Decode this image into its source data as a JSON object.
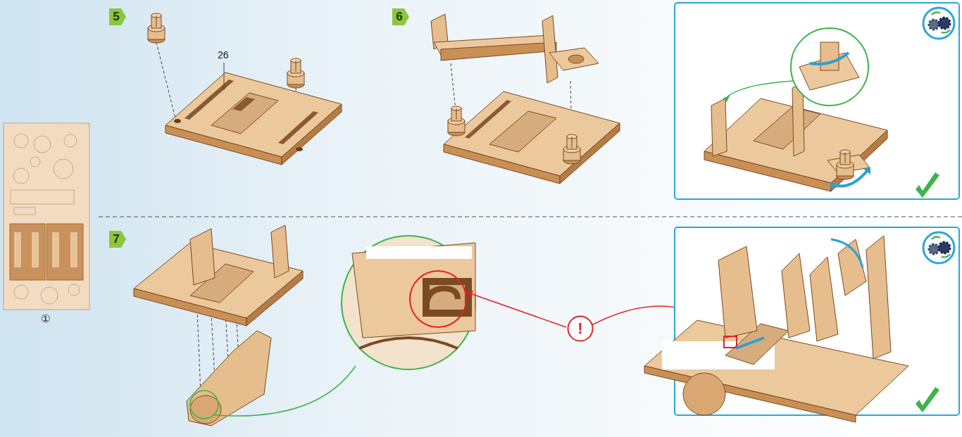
{
  "diagram": {
    "nodes": [
      {
        "text": [
          "5"
        ]
      },
      {
        "text": [
          "6"
        ]
      },
      {
        "text": [
          "7"
        ]
      },
      {
        "text": [
          "!"
        ]
      }
    ],
    "labels": [
      "26",
      "①"
    ]
  }
}
